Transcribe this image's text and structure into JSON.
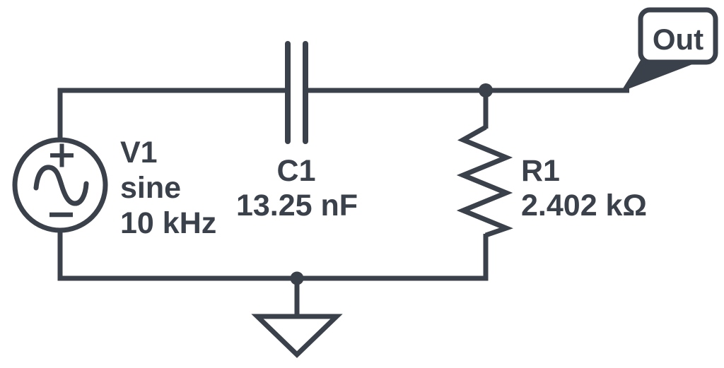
{
  "theme": {
    "background": "#ffffff",
    "stroke_color": "#3a414a"
  },
  "circuit": {
    "source": {
      "designator": "V1",
      "waveform": "sine",
      "frequency": "10 kHz",
      "icons": [
        "sine-wave-icon",
        "plus-sign-icon",
        "minus-sign-icon"
      ]
    },
    "capacitor": {
      "designator": "C1",
      "value": "13.25 nF"
    },
    "resistor": {
      "designator": "R1",
      "value": "2.402 kΩ"
    },
    "output_flag": {
      "label": "Out",
      "icon": "net-flag-icon"
    },
    "ground": {
      "icon": "ground-icon"
    }
  }
}
